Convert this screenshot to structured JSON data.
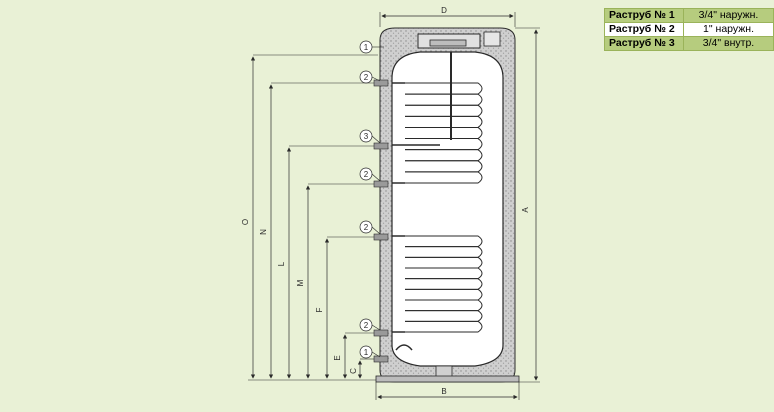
{
  "legend": {
    "rows": [
      {
        "label": "Раструб № 1",
        "value": "3/4\" наружн."
      },
      {
        "label": "Раструб № 2",
        "value": "1\" наружн."
      },
      {
        "label": "Раструб № 3",
        "value": "3/4\" внутр."
      }
    ]
  },
  "dimensions": {
    "D": "D",
    "B": "B",
    "A": "A",
    "O": "O",
    "N": "N",
    "L": "L",
    "M": "M",
    "F": "F",
    "E": "E",
    "C": "C"
  },
  "markers": {
    "m1_top": "1",
    "m2_a": "2",
    "m3": "3",
    "m2_b": "2",
    "m2_c": "2",
    "m2_d": "2",
    "m1_bottom": "1"
  },
  "colors": {
    "background": "#e9f1d6",
    "insulation": "#c8c8c8",
    "tank": "#ffffff",
    "line": "#2a2a2a",
    "legend_highlight": "#b6cc7e"
  }
}
